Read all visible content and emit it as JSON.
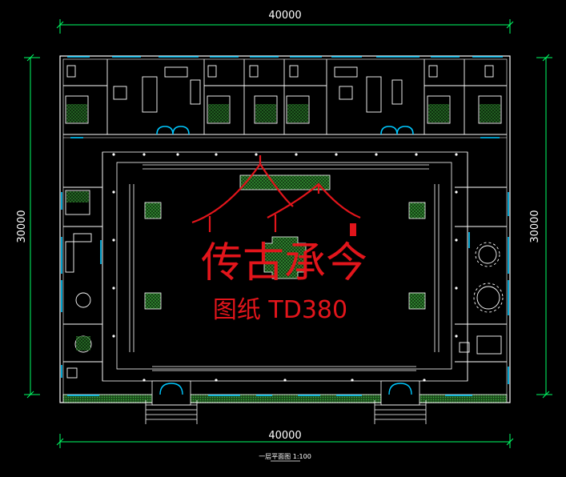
{
  "dimensions": {
    "top": "40000",
    "bottom": "40000",
    "left": "30000",
    "right": "30000"
  },
  "watermark": {
    "brand": "传古承今",
    "code": "图纸 TD380"
  },
  "drawing_title": "一层平面图 1:100",
  "colors": {
    "background": "#000000",
    "walls": "#ffffff",
    "dimension": "#00ff66",
    "windows": "#00c8ff",
    "watermark": "#e2151b",
    "hatch": "#2f8a2f"
  }
}
